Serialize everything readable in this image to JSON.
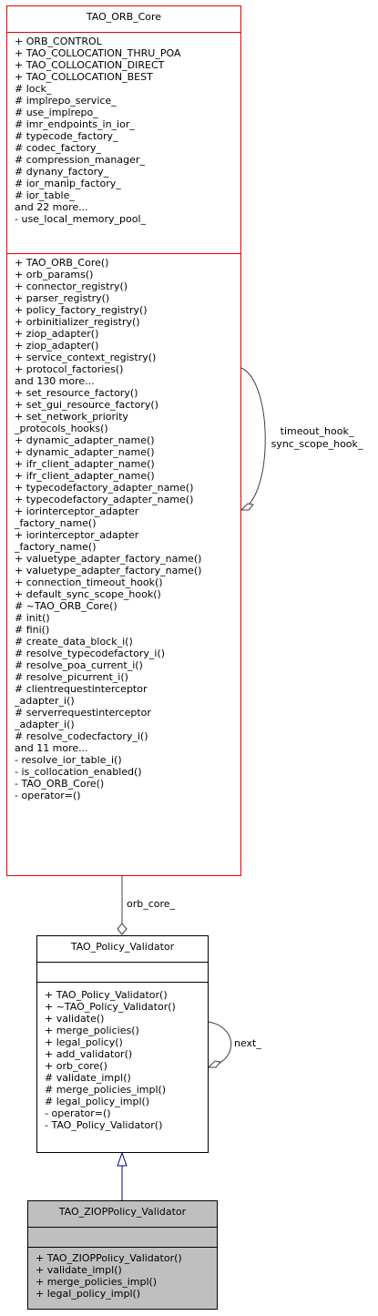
{
  "orb_core_class": {
    "name": "TAO_ORB_Core",
    "attributes": [
      "+ ORB_CONTROL",
      "+ TAO_COLLOCATION_THRU_POA",
      "+ TAO_COLLOCATION_DIRECT",
      "+ TAO_COLLOCATION_BEST",
      "# lock_",
      "# implrepo_service_",
      "# use_implrepo_",
      "# imr_endpoints_in_ior_",
      "# typecode_factory_",
      "# codec_factory_",
      "# compression_manager_",
      "# dynany_factory_",
      "# ior_manip_factory_",
      "# ior_table_",
      "and 22 more...",
      "- use_local_memory_pool_"
    ],
    "methods": [
      "+ TAO_ORB_Core()",
      "+ orb_params()",
      "+ connector_registry()",
      "+ parser_registry()",
      "+ policy_factory_registry()",
      "+ orbinitializer_registry()",
      "+ ziop_adapter()",
      "+ ziop_adapter()",
      "+ service_context_registry()",
      "+ protocol_factories()",
      "and 130 more...",
      "+ set_resource_factory()",
      "+ set_gui_resource_factory()",
      "+ set_network_priority",
      "_protocols_hooks()",
      "+ dynamic_adapter_name()",
      "+ dynamic_adapter_name()",
      "+ ifr_client_adapter_name()",
      "+ ifr_client_adapter_name()",
      "+ typecodefactory_adapter_name()",
      "+ typecodefactory_adapter_name()",
      "+ iorinterceptor_adapter",
      "_factory_name()",
      "+ iorinterceptor_adapter",
      "_factory_name()",
      "+ valuetype_adapter_factory_name()",
      "+ valuetype_adapter_factory_name()",
      "+ connection_timeout_hook()",
      "+ default_sync_scope_hook()",
      "# ~TAO_ORB_Core()",
      "# init()",
      "# fini()",
      "# create_data_block_i()",
      "# resolve_typecodefactory_i()",
      "# resolve_poa_current_i()",
      "# resolve_picurrent_i()",
      "# clientrequestinterceptor",
      "_adapter_i()",
      "# serverrequestinterceptor",
      "_adapter_i()",
      "# resolve_codecfactory_i()",
      "and 11 more...",
      "- resolve_ior_table_i()",
      "- is_collocation_enabled()",
      "- TAO_ORB_Core()",
      "- operator=()"
    ]
  },
  "policy_validator_class": {
    "name": "TAO_Policy_Validator",
    "attributes": [],
    "methods": [
      "+ TAO_Policy_Validator()",
      "+ ~TAO_Policy_Validator()",
      "+ validate()",
      "+ merge_policies()",
      "+ legal_policy()",
      "+ add_validator()",
      "+ orb_core()",
      "# validate_impl()",
      "# merge_policies_impl()",
      "# legal_policy_impl()",
      "- operator=()",
      "- TAO_Policy_Validator()"
    ]
  },
  "ziop_class": {
    "name": "TAO_ZIOPPolicy_Validator",
    "attributes": [],
    "methods": [
      "+ TAO_ZIOPPolicy_Validator()",
      "+ validate_impl()",
      "+ merge_policies_impl()",
      "+ legal_policy_impl()"
    ]
  },
  "edges": {
    "self_loop_orb_core_line1": "timeout_hook_",
    "self_loop_orb_core_line2": "sync_scope_hook_",
    "orb_core_association": "orb_core_",
    "self_loop_validator": "next_"
  },
  "colors": {
    "orb_core_border": "#e60000",
    "inheritance_arrow": "#000080",
    "highlight_fill": "#bfbfbf"
  }
}
